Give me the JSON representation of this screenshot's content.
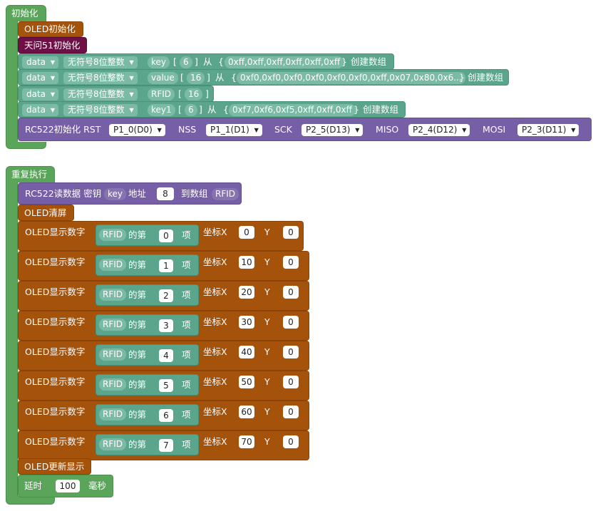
{
  "init_block": {
    "label": "初始化",
    "oled_init": "OLED初始化",
    "board_init": "天问51初始化",
    "arrays": [
      {
        "var_type": "data",
        "elem_type": "无符号8位整数",
        "name": "key",
        "size": "6",
        "from": "从",
        "values": "0xff,0xff,0xff,0xff,0xff,0xff",
        "create": "创建数组"
      },
      {
        "var_type": "data",
        "elem_type": "无符号8位整数",
        "name": "value",
        "size": "16",
        "from": "从",
        "values": "0xf0,0xf0,0xf0,0xf0,0xf0,0xf0,0xff,0x07,0x80,0x6...",
        "create": "创建数组"
      },
      {
        "var_type": "data",
        "elem_type": "无符号8位整数",
        "name": "RFID",
        "size": "16"
      },
      {
        "var_type": "data",
        "elem_type": "无符号8位整数",
        "name": "key1",
        "size": "6",
        "from": "从",
        "values": "0xf7,0xf6,0xf5,0xff,0xff,0xff",
        "create": "创建数组"
      }
    ],
    "rc522": {
      "label": "RC522初始化 RST",
      "rst": "P1_0(D0)",
      "nss_label": "NSS",
      "nss": "P1_1(D1)",
      "sck_label": "SCK",
      "sck": "P2_5(D13)",
      "miso_label": "MISO",
      "miso": "P2_4(D12)",
      "mosi_label": "MOSI",
      "mosi": "P2_3(D11)"
    }
  },
  "loop_block": {
    "label": "重复执行",
    "read": {
      "label": "RC522读数据 密钥",
      "key": "key",
      "addr_label": "地址",
      "addr": "8",
      "to_label": "到数组",
      "target": "RFID"
    },
    "clear": "OLED清屏",
    "shows": [
      {
        "label": "OLED显示数字",
        "array": "RFID",
        "index_prefix": "的第",
        "index": "0",
        "index_suffix": "项",
        "x_label": "坐标X",
        "x": "0",
        "y_label": "Y",
        "y": "0"
      },
      {
        "label": "OLED显示数字",
        "array": "RFID",
        "index_prefix": "的第",
        "index": "1",
        "index_suffix": "项",
        "x_label": "坐标X",
        "x": "10",
        "y_label": "Y",
        "y": "0"
      },
      {
        "label": "OLED显示数字",
        "array": "RFID",
        "index_prefix": "的第",
        "index": "2",
        "index_suffix": "项",
        "x_label": "坐标X",
        "x": "20",
        "y_label": "Y",
        "y": "0"
      },
      {
        "label": "OLED显示数字",
        "array": "RFID",
        "index_prefix": "的第",
        "index": "3",
        "index_suffix": "项",
        "x_label": "坐标X",
        "x": "30",
        "y_label": "Y",
        "y": "0"
      },
      {
        "label": "OLED显示数字",
        "array": "RFID",
        "index_prefix": "的第",
        "index": "4",
        "index_suffix": "项",
        "x_label": "坐标X",
        "x": "40",
        "y_label": "Y",
        "y": "0"
      },
      {
        "label": "OLED显示数字",
        "array": "RFID",
        "index_prefix": "的第",
        "index": "5",
        "index_suffix": "项",
        "x_label": "坐标X",
        "x": "50",
        "y_label": "Y",
        "y": "0"
      },
      {
        "label": "OLED显示数字",
        "array": "RFID",
        "index_prefix": "的第",
        "index": "6",
        "index_suffix": "项",
        "x_label": "坐标X",
        "x": "60",
        "y_label": "Y",
        "y": "0"
      },
      {
        "label": "OLED显示数字",
        "array": "RFID",
        "index_prefix": "的第",
        "index": "7",
        "index_suffix": "项",
        "x_label": "坐标X",
        "x": "70",
        "y_label": "Y",
        "y": "0"
      }
    ],
    "refresh": "OLED更新显示",
    "delay": {
      "label": "延时",
      "value": "100",
      "unit": "毫秒"
    }
  },
  "colors": {
    "control": "#5ba55b",
    "oled": "#a5520b",
    "board": "#6f0f45",
    "array": "#5ba58c",
    "rc522": "#765fa6"
  }
}
